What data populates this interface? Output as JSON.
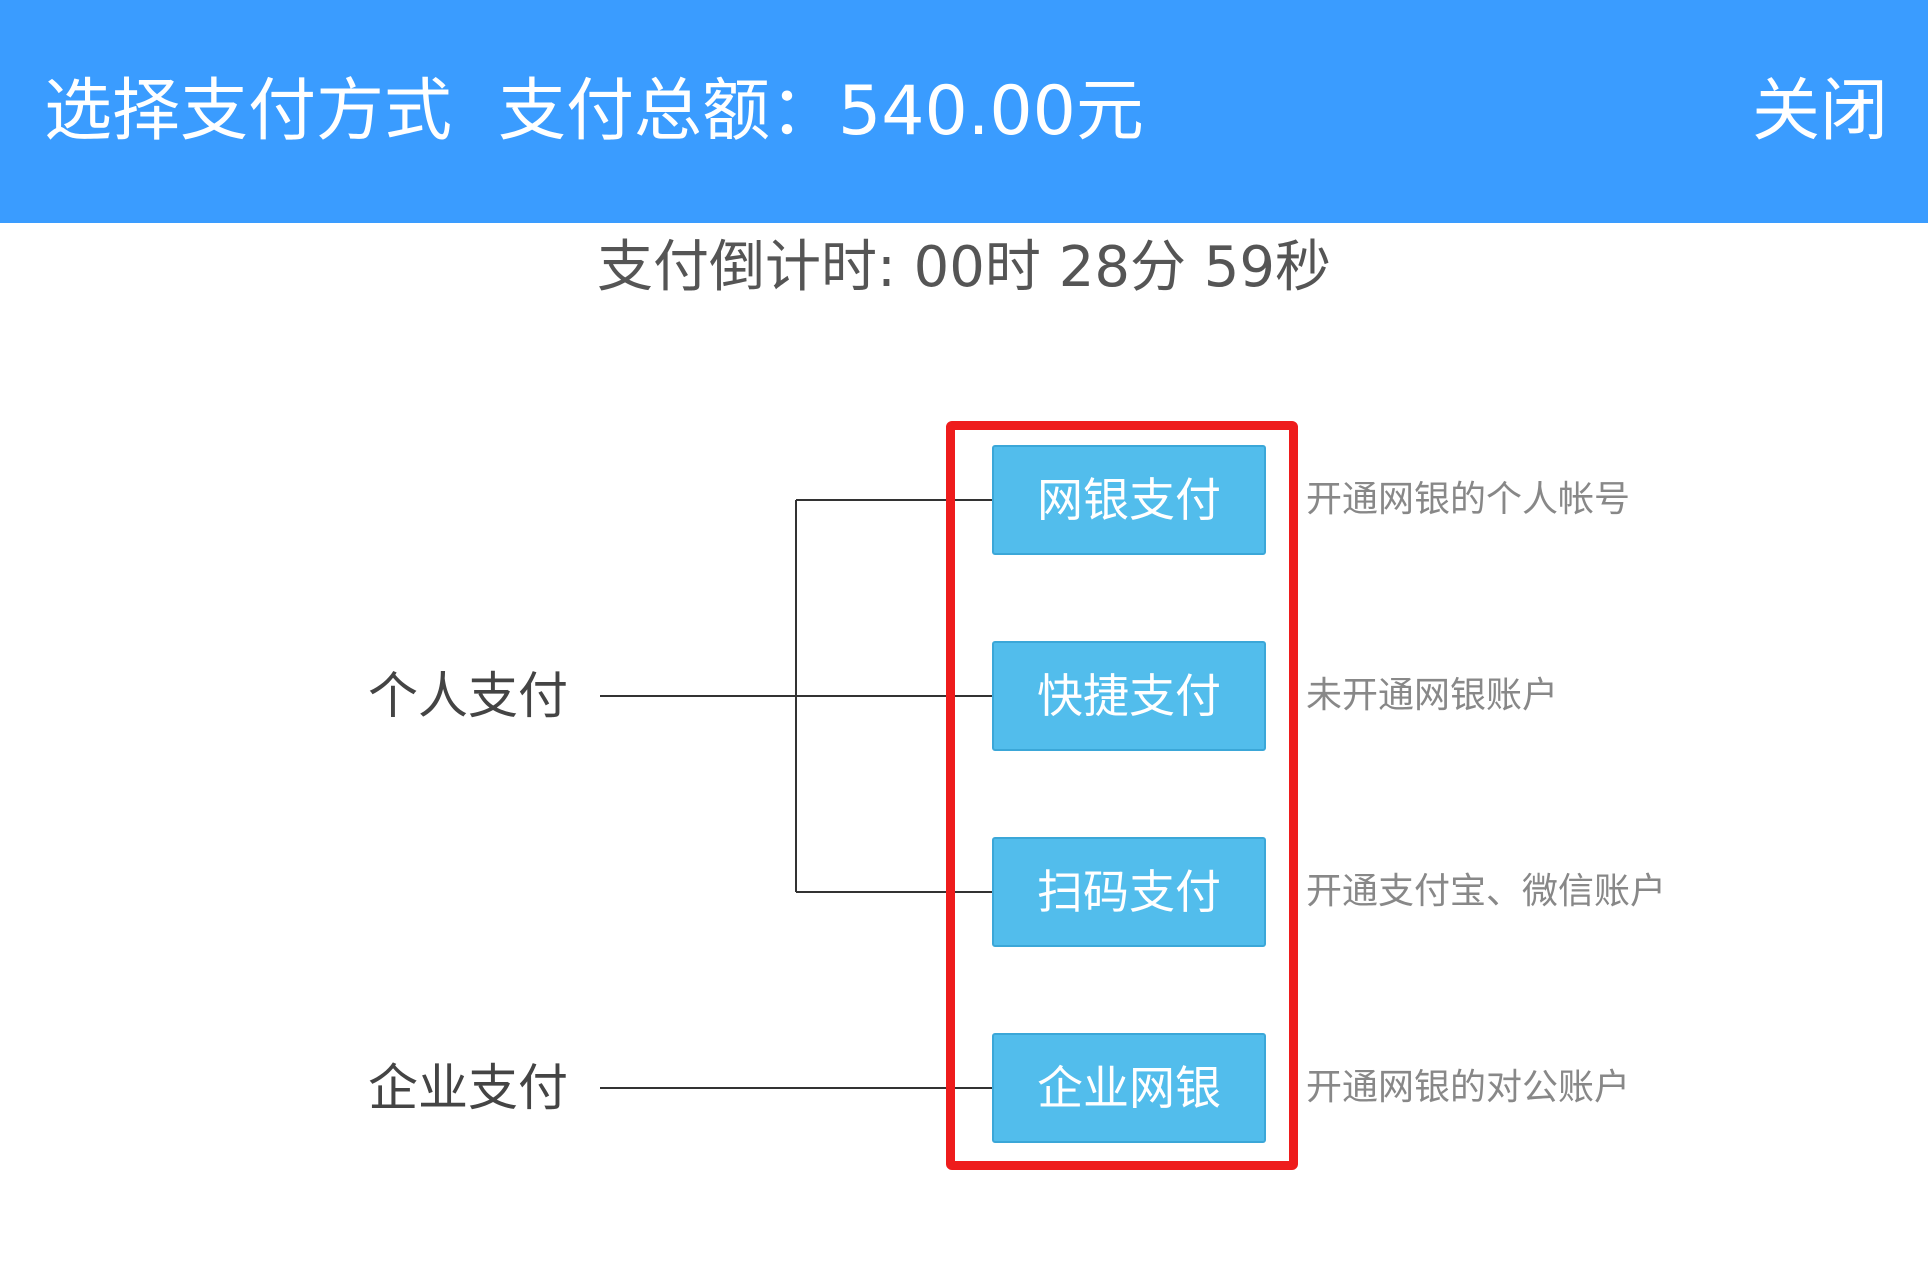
{
  "header": {
    "title": "选择支付方式",
    "amount": "支付总额：540.00元",
    "close_label": "关闭"
  },
  "countdown": "支付倒计时: 00时 28分 59秒",
  "categories": {
    "personal": "个人支付",
    "enterprise": "企业支付"
  },
  "methods": [
    {
      "label": "网银支付",
      "desc": "开通网银的个人帐号"
    },
    {
      "label": "快捷支付",
      "desc": "未开通网银账户"
    },
    {
      "label": "扫码支付",
      "desc": "开通支付宝、微信账户"
    },
    {
      "label": "企业网银",
      "desc": "开通网银的对公账户"
    }
  ],
  "colors": {
    "header_bg": "#3a9cff",
    "button_bg": "#52bdec",
    "highlight_border": "#ee1c1c"
  }
}
